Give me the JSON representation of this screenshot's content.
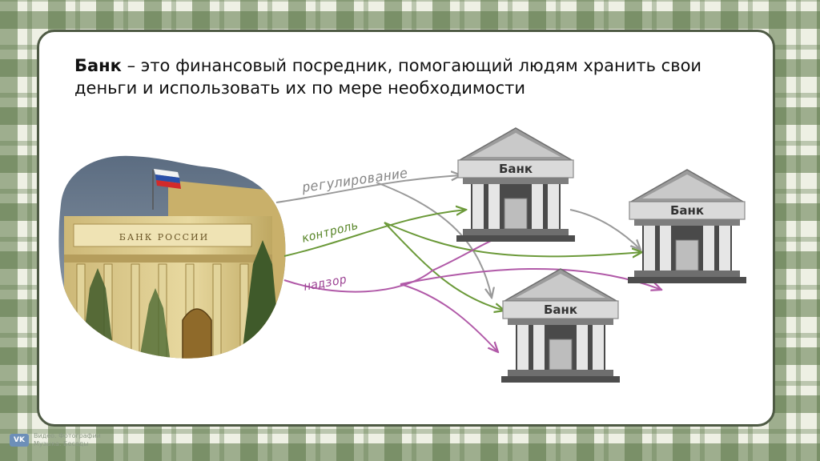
{
  "heading": {
    "term": "Банк",
    "definition": " – это финансовый посредник, помогающий людям хранить свои деньги и использовать их по мере необходимости"
  },
  "central_bank": {
    "facade_text": "БАНК РОССИИ"
  },
  "arrows": [
    {
      "label": "регулирование",
      "color": "#9a9a9a"
    },
    {
      "label": "контроль",
      "color": "#6c9a3a"
    },
    {
      "label": "надзор",
      "color": "#b15aa8"
    }
  ],
  "banks": [
    {
      "label": "Банк"
    },
    {
      "label": "Банк"
    },
    {
      "label": "Банк"
    }
  ],
  "footer": {
    "badge": "VK",
    "line1": "Видео. Фотографии",
    "line2": "Музыка. Беседы"
  }
}
